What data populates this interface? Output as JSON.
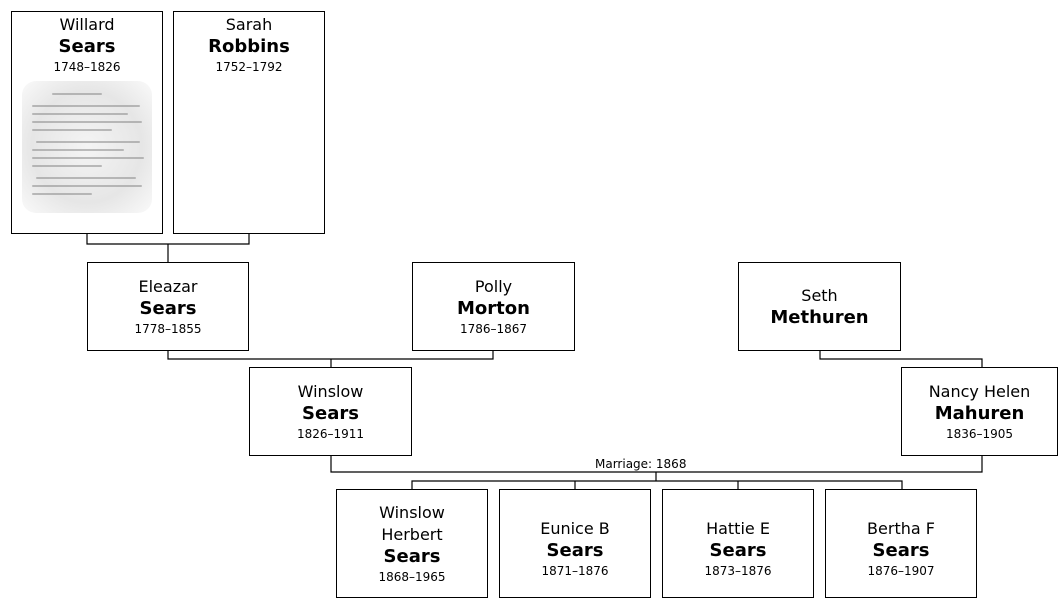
{
  "people": {
    "willard": {
      "given": "Willard",
      "surname": "Sears",
      "dates": "1748–1826"
    },
    "sarah": {
      "given": "Sarah",
      "surname": "Robbins",
      "dates": "1752–1792"
    },
    "eleazar": {
      "given": "Eleazar",
      "surname": "Sears",
      "dates": "1778–1855"
    },
    "polly": {
      "given": "Polly",
      "surname": "Morton",
      "dates": "1786–1867"
    },
    "seth": {
      "given": "Seth",
      "surname": "Methuren"
    },
    "winslow": {
      "given": "Winslow",
      "surname": "Sears",
      "dates": "1826–1911"
    },
    "nancy": {
      "given": "Nancy Helen",
      "surname": "Mahuren",
      "dates": "1836–1905"
    },
    "winslow_h": {
      "given1": "Winslow",
      "given2": "Herbert",
      "surname": "Sears",
      "dates": "1868–1965"
    },
    "eunice": {
      "given": "Eunice B",
      "surname": "Sears",
      "dates": "1871–1876"
    },
    "hattie": {
      "given": "Hattie E",
      "surname": "Sears",
      "dates": "1873–1876"
    },
    "bertha": {
      "given": "Bertha F",
      "surname": "Sears",
      "dates": "1876–1907"
    }
  },
  "marriage_label": "Marriage: 1868",
  "colors": {
    "line": "#000000",
    "box_border": "#000000",
    "background": "#ffffff"
  },
  "icons": {
    "willard_photo": "document-photo-icon"
  }
}
